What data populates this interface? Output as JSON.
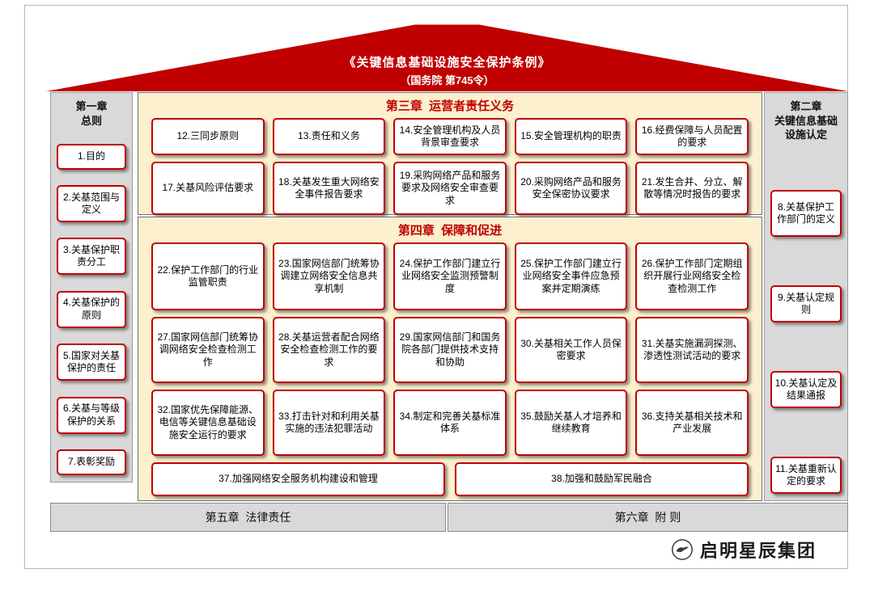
{
  "roof": {
    "title": "《关键信息基础设施安全保护条例》",
    "subtitle": "（国务院 第745令）"
  },
  "chapter1": {
    "title_line1": "第一章",
    "title_line2": "总则",
    "items": [
      "1.目的",
      "2.关基范围与定义",
      "3.关基保护职责分工",
      "4.关基保护的原则",
      "5.国家对关基保护的责任",
      "6.关基与等级保护的关系",
      "7.表彰奖励"
    ]
  },
  "chapter2": {
    "title_line1": "第二章",
    "title_line2": "关键信息基础设施认定",
    "items": [
      "8.关基保护工作部门的定义",
      "9.关基认定规则",
      "10.关基认定及结果通报",
      "11.关基重新认定的要求"
    ]
  },
  "chapter3": {
    "title": "第三章  运营者责任义务",
    "row1": [
      "12.三同步原则",
      "13.责任和义务",
      "14.安全管理机构及人员背景审查要求",
      "15.安全管理机构的职责",
      "16.经费保障与人员配置的要求"
    ],
    "row2": [
      "17.关基风险评估要求",
      "18.关基发生重大网络安全事件报告要求",
      "19.采购网络产品和服务要求及网络安全审查要求",
      "20.采购网络产品和服务安全保密协议要求",
      "21.发生合并、分立、解散等情况时报告的要求"
    ]
  },
  "chapter4": {
    "title": "第四章  保障和促进",
    "row1": [
      "22.保护工作部门的行业监管职责",
      "23.国家网信部门统筹协调建立网络安全信息共享机制",
      "24.保护工作部门建立行业网络安全监测预警制度",
      "25.保护工作部门建立行业网络安全事件应急预案并定期演练",
      "26.保护工作部门定期组织开展行业网络安全检查检测工作"
    ],
    "row2": [
      "27.国家网信部门统筹协调网络安全检查检测工作",
      "28.关基运营者配合网络安全检查检测工作的要求",
      "29.国家网信部门和国务院各部门提供技术支持和协助",
      "30.关基相关工作人员保密要求",
      "31.关基实施漏洞探测、渗透性测试活动的要求"
    ],
    "row3": [
      "32.国家优先保障能源、电信等关键信息基础设施安全运行的要求",
      "33.打击针对和利用关基实施的违法犯罪活动",
      "34.制定和完善关基标准体系",
      "35.鼓励关基人才培养和继续教育",
      "36.支持关基相关技术和产业发展"
    ],
    "row4": [
      "37.加强网络安全服务机构建设和管理",
      "38.加强和鼓励军民融合"
    ]
  },
  "chapter5": {
    "title": "第五章  法律责任"
  },
  "chapter6": {
    "title": "第六章  附 则"
  },
  "watermark": {
    "brand": "启明星辰集团"
  }
}
